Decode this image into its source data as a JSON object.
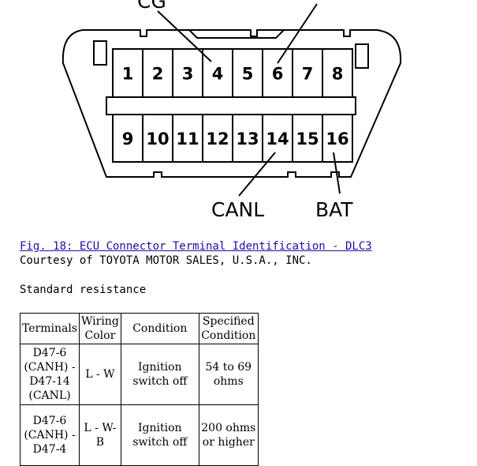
{
  "figure": {
    "pins_top": [
      "1",
      "2",
      "3",
      "4",
      "5",
      "6",
      "7",
      "8"
    ],
    "pins_bottom": [
      "9",
      "10",
      "11",
      "12",
      "13",
      "14",
      "15",
      "16"
    ],
    "labels": {
      "cg": "CG",
      "canl": "CANL",
      "bat": "BAT"
    },
    "caption_link": "Fig. 18: ECU Connector Terminal Identification - DLC3",
    "courtesy": "Courtesy of TOYOTA MOTOR SALES, U.S.A., INC."
  },
  "section_title": "Standard resistance",
  "table": {
    "headers": [
      "Terminals",
      "Wiring Color",
      "Condition",
      "Specified Condition"
    ],
    "rows": [
      [
        "D47-6 (CANH) - D47-14 (CANL)",
        "L - W",
        "Ignition switch off",
        "54 to 69 ohms"
      ],
      [
        "D47-6 (CANH) - D47-4",
        "L - W-B",
        "Ignition switch off",
        "200 ohms or higher"
      ]
    ]
  }
}
